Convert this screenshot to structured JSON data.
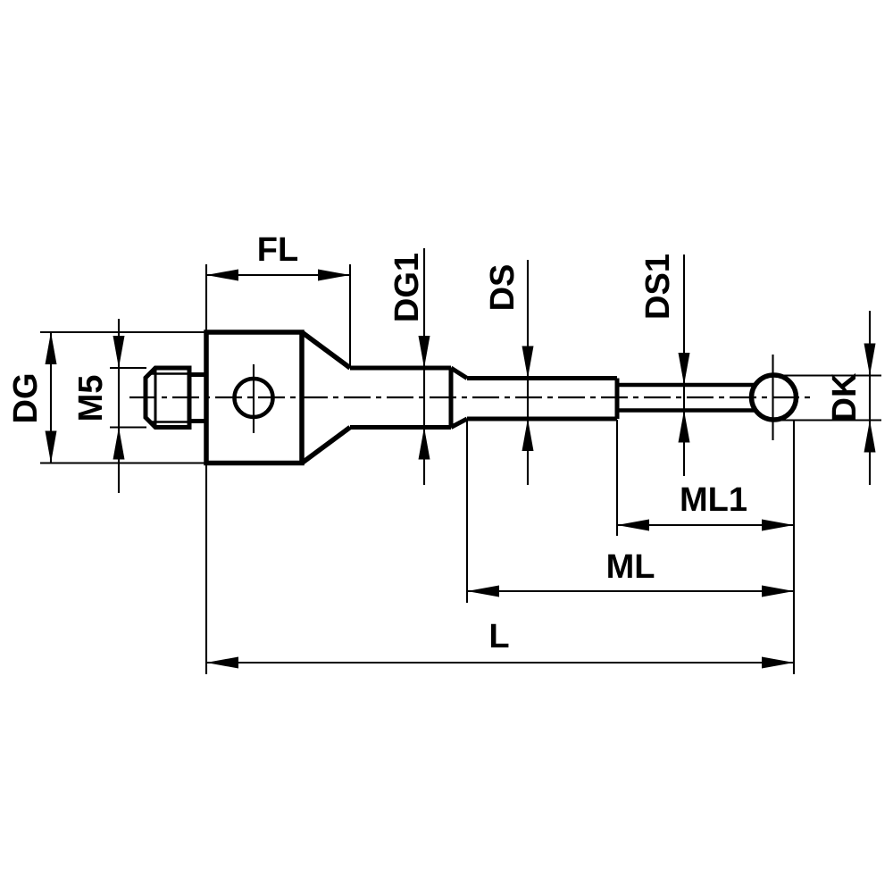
{
  "drawing": {
    "colors": {
      "background": "#ffffff",
      "line": "#000000"
    },
    "labels": {
      "dg": "DG",
      "m5": "M5",
      "fl": "FL",
      "dg1": "DG1",
      "ds": "DS",
      "ds1": "DS1",
      "dk": "DK",
      "ml1": "ML1",
      "ml": "ML",
      "l": "L"
    }
  }
}
